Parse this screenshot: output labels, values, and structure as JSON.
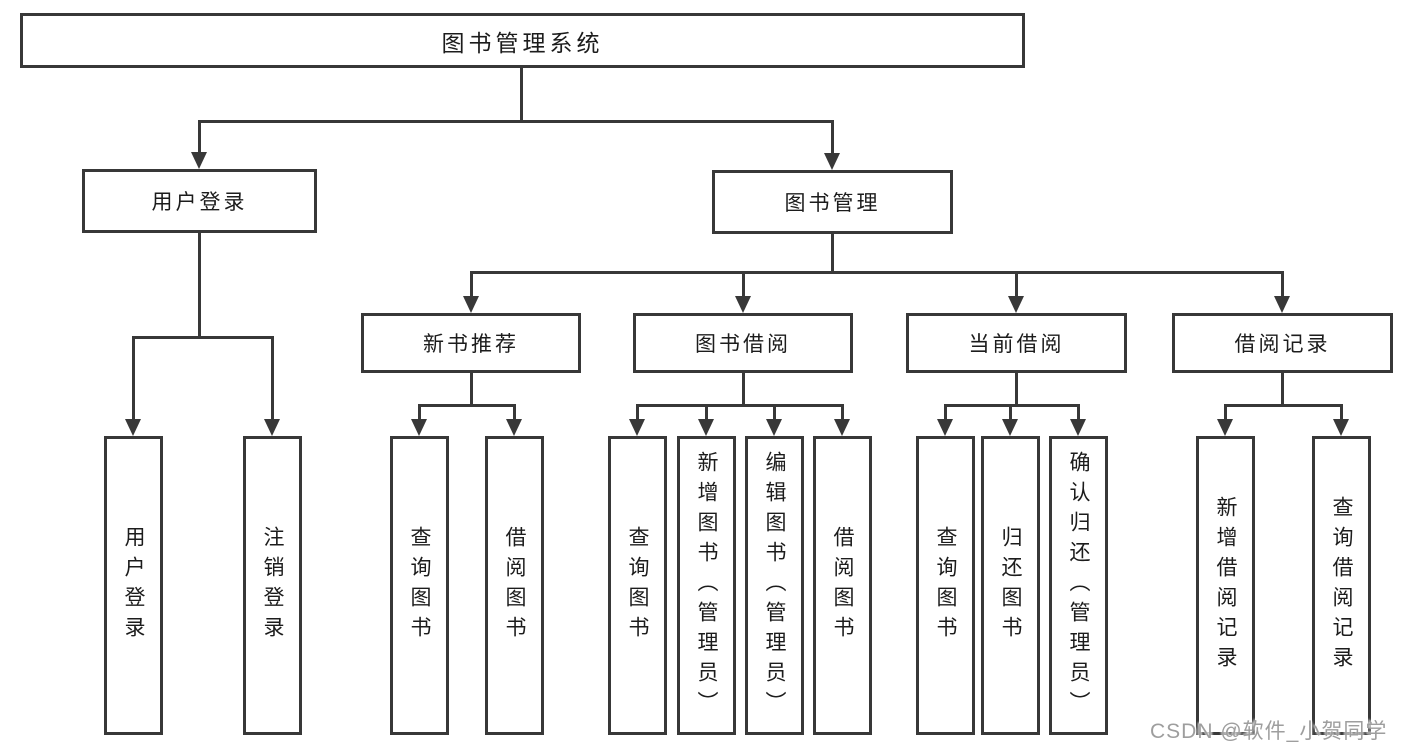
{
  "diagram": {
    "title": "图书管理系统",
    "watermark": "CSDN @软件_小贺同学",
    "colors": {
      "line": "#383838",
      "text": "#1c1c1c",
      "background": "#ffffff",
      "watermark": "#9e9e9e"
    },
    "nodes": {
      "root": "图书管理系统",
      "user_login": "用户登录",
      "book_management": "图书管理",
      "login_action": "用户登录",
      "logout_action": "注销登录",
      "new_book_recommend": "新书推荐",
      "book_borrow": "图书借阅",
      "current_borrow": "当前借阅",
      "borrow_records": "借阅记录",
      "rec_query_books": "查询图书",
      "rec_borrow_books": "借阅图书",
      "bb_query_books": "查询图书",
      "bb_add_books": "新增图书（管理员）",
      "bb_edit_books": "编辑图书（管理员）",
      "bb_borrow_books": "借阅图书",
      "cb_query_books": "查询图书",
      "cb_return_books": "归还图书",
      "cb_confirm_return": "确认归还（管理员）",
      "br_add_record": "新增借阅记录",
      "br_query_record": "查询借阅记录"
    },
    "hierarchy": [
      {
        "parent": "图书管理系统",
        "children": [
          "用户登录",
          "图书管理"
        ]
      },
      {
        "parent": "用户登录",
        "children": [
          "用户登录",
          "注销登录"
        ]
      },
      {
        "parent": "图书管理",
        "children": [
          "新书推荐",
          "图书借阅",
          "当前借阅",
          "借阅记录"
        ]
      },
      {
        "parent": "新书推荐",
        "children": [
          "查询图书",
          "借阅图书"
        ]
      },
      {
        "parent": "图书借阅",
        "children": [
          "查询图书",
          "新增图书（管理员）",
          "编辑图书（管理员）",
          "借阅图书"
        ]
      },
      {
        "parent": "当前借阅",
        "children": [
          "查询图书",
          "归还图书",
          "确认归还（管理员）"
        ]
      },
      {
        "parent": "借阅记录",
        "children": [
          "新增借阅记录",
          "查询借阅记录"
        ]
      }
    ]
  }
}
